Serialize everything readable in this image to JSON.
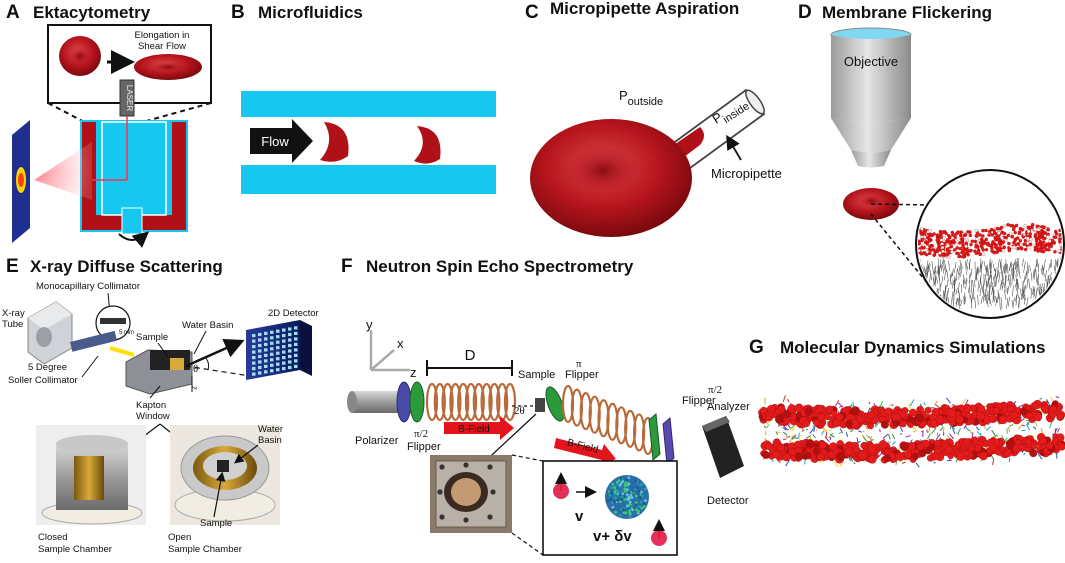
{
  "panels": {
    "a": {
      "letter": "A",
      "title": "Ektacytometry",
      "inset": "Elongation in Shear Flow",
      "laser": "LASER"
    },
    "b": {
      "letter": "B",
      "title": "Microfluidics",
      "flow": "Flow"
    },
    "c": {
      "letter": "C",
      "title": "Micropipette Aspiration",
      "p_outside": "P",
      "p_outside_sub": "outside",
      "p_inside": "P",
      "p_inside_sub": "inside",
      "micropipette": "Micropipette"
    },
    "d": {
      "letter": "D",
      "title": "Membrane Flickering",
      "objective": "Objective"
    },
    "e": {
      "letter": "E",
      "title": "X-ray Diffuse Scattering",
      "monocap": "Monocapillary Collimator",
      "scale": "5 mm",
      "xray1": "X-ray",
      "xray2": "Tube",
      "sample": "Sample",
      "water_basin": "Water Basin",
      "detector2d": "2D Detector",
      "soller1": "5 Degree",
      "soller2": "Soller Collimator",
      "theta": "θ",
      "z_axis": "z",
      "kapton1": "Kapton",
      "kapton2": "Window",
      "wb1": "Water",
      "wb2": "Basin",
      "sample_photo": "Sample",
      "closed1": "Closed",
      "closed2": "Sample Chamber",
      "open1": "Open",
      "open2": "Sample Chamber"
    },
    "f": {
      "letter": "F",
      "title": "Neutron Spin Echo Spectrometry",
      "axis_y": "y",
      "axis_x": "x",
      "axis_z": "z",
      "d_label": "D",
      "sample": "Sample",
      "pi": "π",
      "flipper": "Flipper",
      "half_pi": "π/2",
      "half_pi_flipper": "Flipper",
      "polarizer": "Polarizer",
      "first_half_pi": "π/2",
      "first_flipper": "Flipper",
      "bfield1": "B-Field",
      "bfield2": "B-Field",
      "two_theta": "2θ",
      "half_pi_right": "π/2",
      "flipper_right": "Flipper",
      "analyzer": "Analyzer",
      "detector": "Detector",
      "v": "v",
      "v_plus": "v+ δv"
    },
    "g": {
      "letter": "G",
      "title": "Molecular Dynamics Simulations"
    }
  },
  "colors": {
    "cyan": "#16c8ef",
    "rbc": "#b01018",
    "arrow_red": "#e3141b",
    "copper": "#b86a3a"
  }
}
